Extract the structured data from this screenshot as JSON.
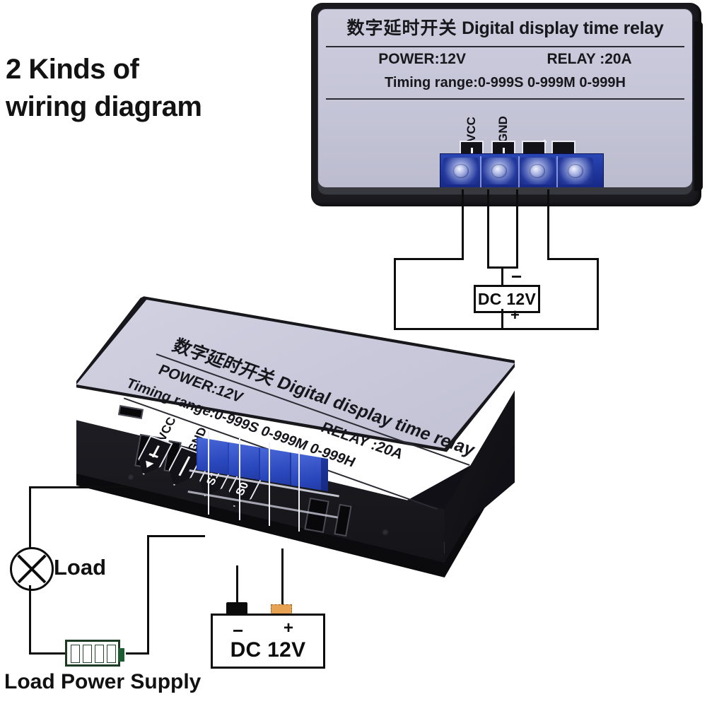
{
  "headline": {
    "line1": "2 Kinds of",
    "line2": "wiring diagram"
  },
  "device_label": {
    "title_cn": "数字延时开关",
    "title_en": "Digital display time relay",
    "power": "POWER:12V",
    "relay": "RELAY :20A",
    "timing_range": "Timing range:0-999S 0-999M 0-999H"
  },
  "terminals": [
    {
      "name": "VCC",
      "glyph": "down-arrow-with-bar"
    },
    {
      "name": "GND",
      "glyph": "ground-bar"
    },
    {
      "name": "S1",
      "glyph": "switch-pole"
    },
    {
      "name": "S0",
      "glyph": "switch-pole"
    }
  ],
  "diagram_top": {
    "supply_label": "DC 12V",
    "minus": "−",
    "plus": "+"
  },
  "diagram_bottom": {
    "supply_label": "DC 12V",
    "minus": "−",
    "plus": "+",
    "load_label": "Load",
    "caption": "Load Power Supply"
  },
  "colors": {
    "terminal_block_blue": "#1b3093",
    "device_body": "#1b1b1f",
    "label_face": "#c5c5d8",
    "wire": "#0d0d0d",
    "battery_green": "#1e5c33",
    "connector_orange": "#e8a253"
  }
}
